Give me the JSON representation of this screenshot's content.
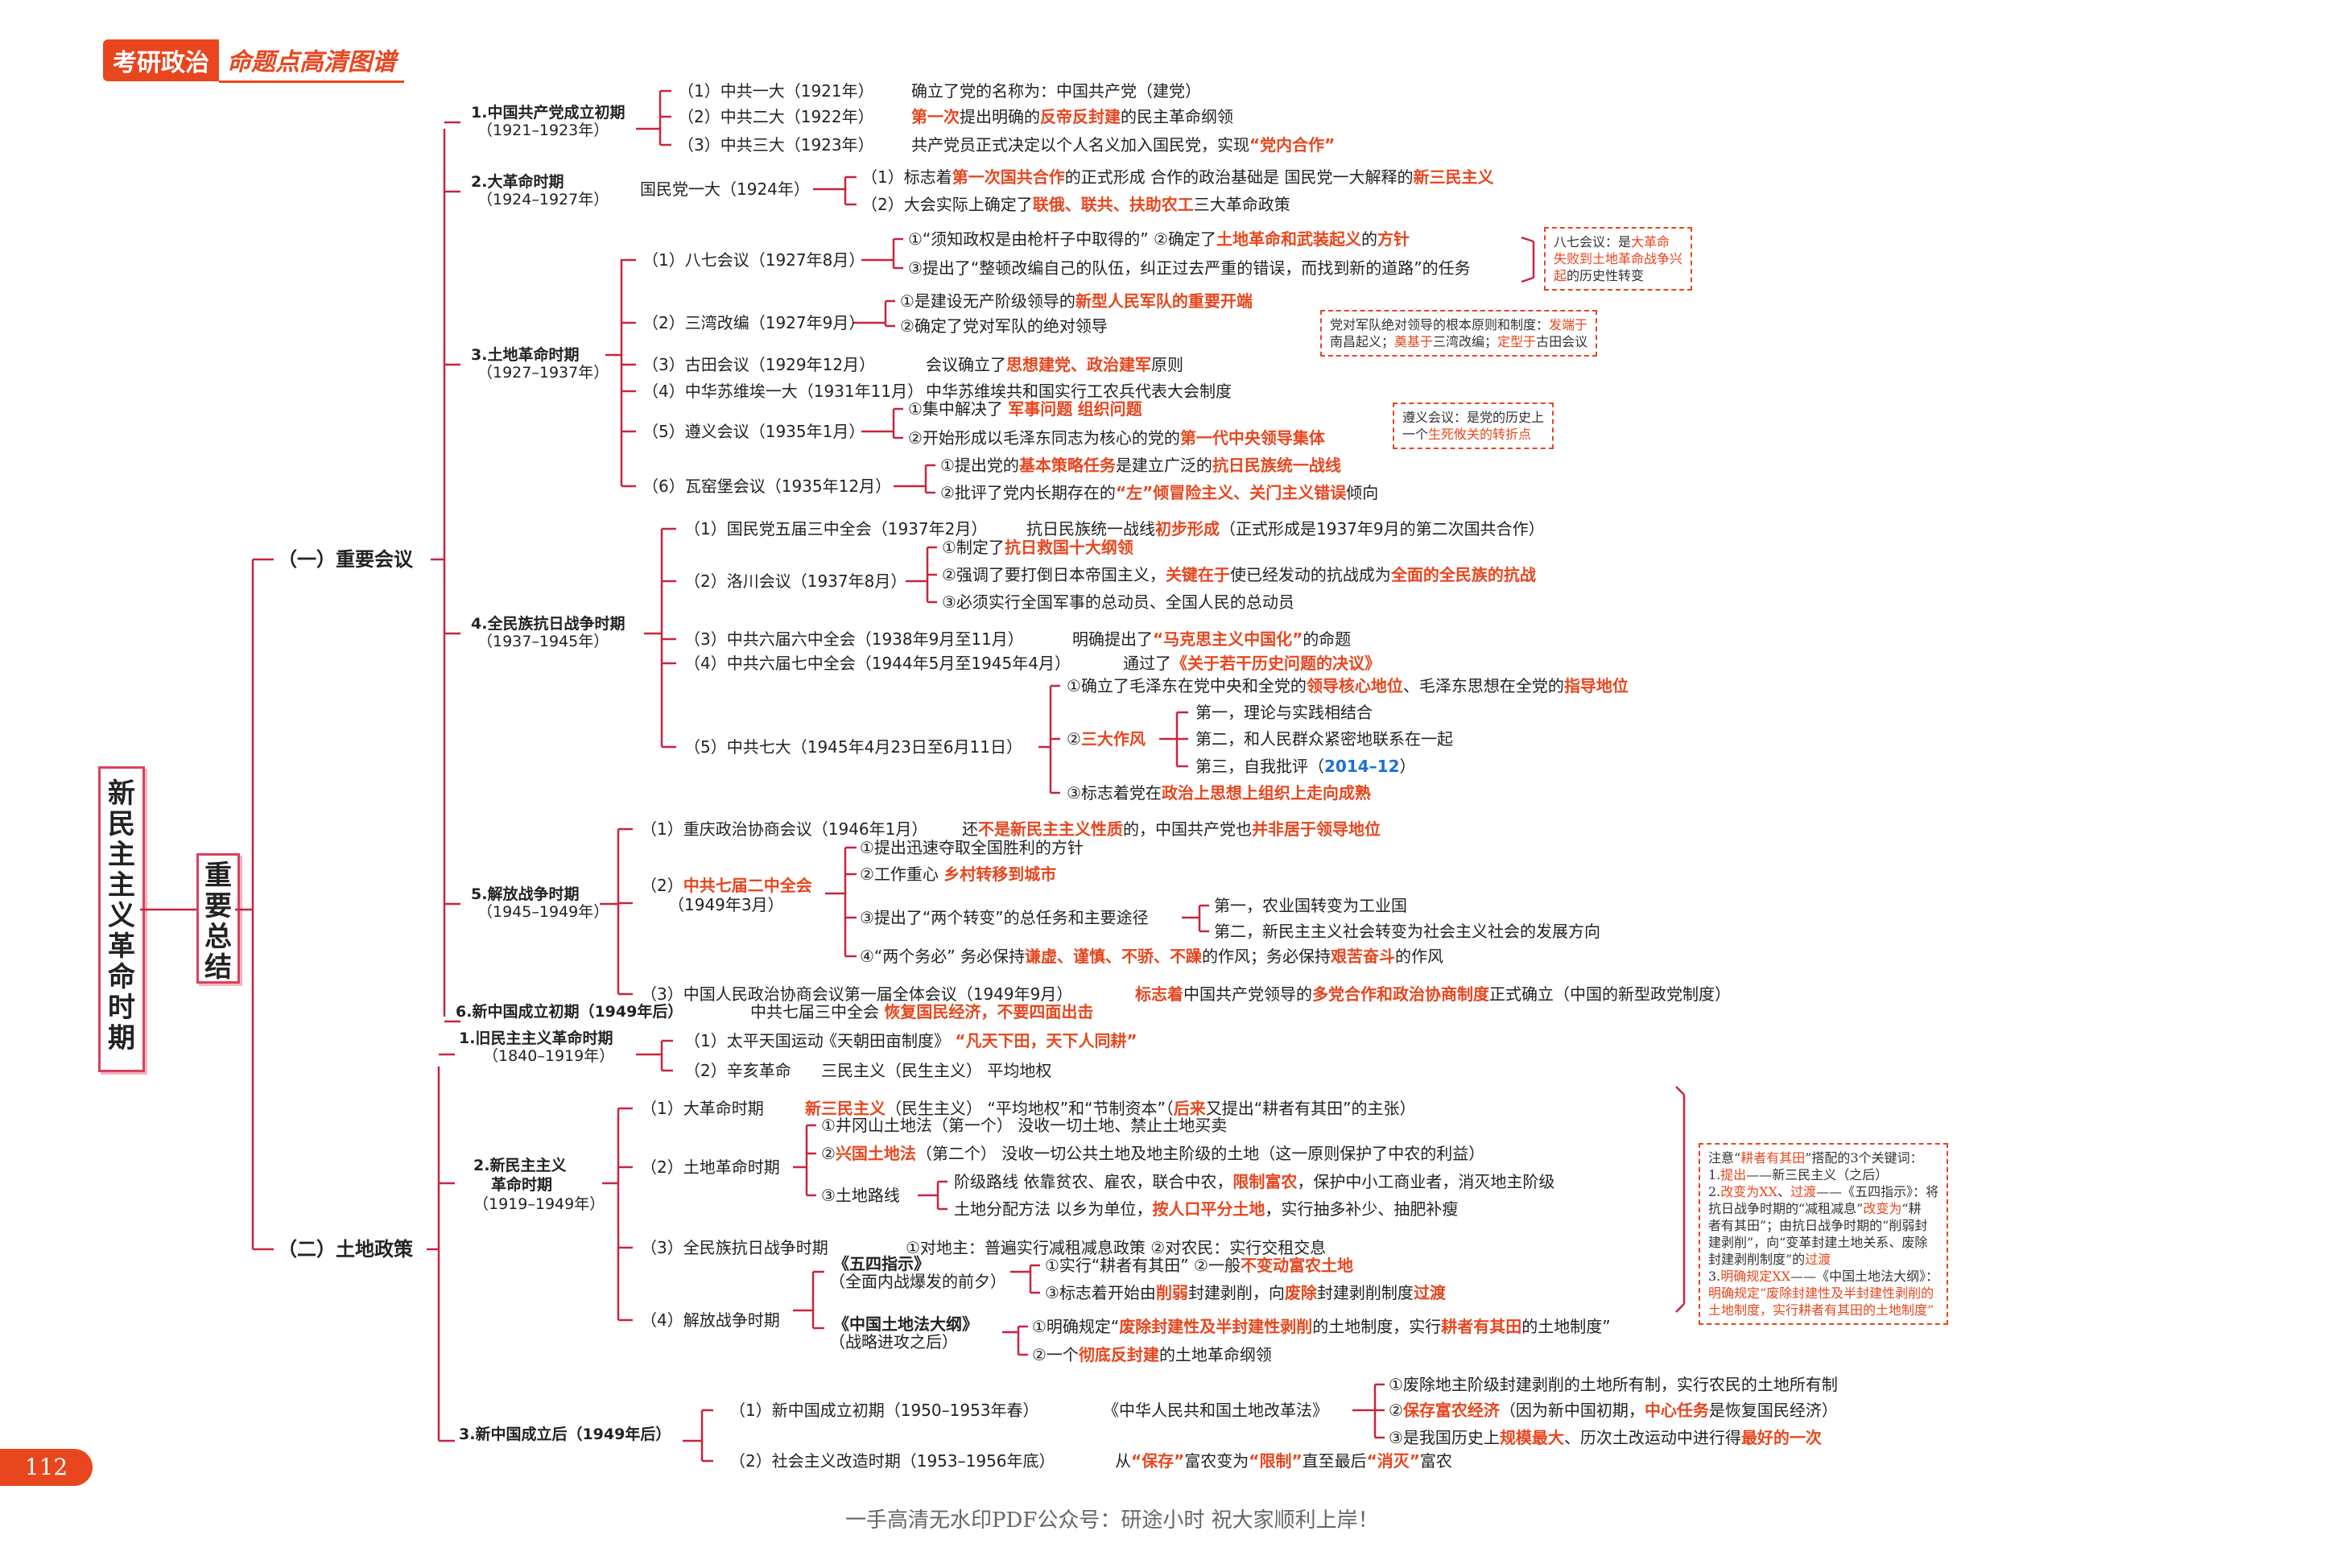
{
  "header": {
    "tag": "考研政治",
    "subtitle": "命题点高清图谱"
  },
  "root": "新民主主义革命时期",
  "summary": "重要总结",
  "page_number": "112",
  "footer": "一手高清无水印PDF公众号：研途小时  祝大家顺利上岸！",
  "colors": {
    "accent": "#e8461e",
    "border": "#d9415f",
    "blue": "#1c6fd8"
  },
  "sections": [
    {
      "name": "（一）重要会议",
      "periods": [
        {
          "name": [
            "1.中国共产党成立初期",
            "（1921–1923年）"
          ],
          "items": [
            {
              "name": "（1）中共一大（1921年）",
              "text": "确立了党的名称为：中国共产党（建党）"
            },
            {
              "name": "（2）中共二大（1922年）",
              "text": "[r]第一次[/r]提出明确的[r]反帝反封建[/r]的民主革命纲领"
            },
            {
              "name": "（3）中共三大（1923年）",
              "text": "共产党员正式决定以个人名义加入国民党，实现[r]“党内合作”[/r]"
            }
          ]
        },
        {
          "name": [
            "2.大革命时期",
            "（1924–1927年）"
          ],
          "items": [
            {
              "name": "国民党一大（1924年）",
              "subs": [
                "（1）标志着[r]第一次国共合作[/r]的正式形成      合作的政治基础是      国民党一大解释的[r]新三民主义[/r]",
                "（2）大会实际上确定了[r]联俄、联共、扶助农工[/r]三大革命政策"
              ]
            }
          ]
        },
        {
          "name": [
            "3.土地革命时期",
            "（1927–1937年）"
          ],
          "items": [
            {
              "name": "（1）八七会议（1927年8月）",
              "subs": [
                "①“须知政权是由枪杆子中取得的”    ②确定了[r]土地革命和武装起义[/r]的[r]方针[/r]",
                "③提出了“整顿改编自己的队伍，纠正过去严重的错误，而找到新的道路”的任务"
              ]
            },
            {
              "name": "（2）三湾改编（1927年9月）",
              "subs": [
                "①是建设无产阶级领导的[r]新型人民军队的重要开端[/r]",
                "②确定了党对军队的绝对领导"
              ]
            },
            {
              "name": "（3）古田会议（1929年12月）",
              "text": "会议确立了[r]思想建党、政治建军[/r]原则"
            },
            {
              "name": "（4）中华苏维埃一大（1931年11月）",
              "text": "中华苏维埃共和国实行工农兵代表大会制度"
            },
            {
              "name": "（5）遵义会议（1935年1月）",
              "subs": [
                "①集中解决了      [r]军事问题[/r]      [r]组织问题[/r]",
                "②开始形成以毛泽东同志为核心的党的[r]第一代中央领导集体[/r]"
              ]
            },
            {
              "name": "（6）瓦窑堡会议（1935年12月）",
              "subs": [
                "①提出党的[r]基本策略任务[/r]是建立广泛的[r]抗日民族统一战线[/r]",
                "②批评了党内长期存在的[r]“左”倾冒险主义、关门主义错误[/r]倾向"
              ]
            }
          ]
        },
        {
          "name": [
            "4.全民族抗日战争时期",
            "（1937–1945年）"
          ],
          "items": [
            {
              "name": "（1）国民党五届三中全会（1937年2月）",
              "text": "抗日民族统一战线[r]初步形成[/r]（正式形成是1937年9月的第二次国共合作）"
            },
            {
              "name": "（2）洛川会议（1937年8月）",
              "subs": [
                "①制定了[r]抗日救国十大纲领[/r]",
                "②强调了要打倒日本帝国主义，[r]关键在于[/r]使已经发动的抗战成为[r]全面的全民族的抗战[/r]",
                "③必须实行全国军事的总动员、全国人民的总动员"
              ]
            },
            {
              "name": "（3）中共六届六中全会（1938年9月至11月）",
              "text": "明确提出了[r]“马克思主义中国化”[/r]的命题"
            },
            {
              "name": "（4）中共六届七中全会（1944年5月至1945年4月）",
              "text": "通过了[r]《关于若干历史问题的决议》[/r]"
            },
            {
              "name": "（5）中共七大（1945年4月23日至6月11日）",
              "subs": [
                "①确立了毛泽东在党中央和全党的[r]领导核心地位[/r]、毛泽东思想在全党的[r]指导地位[/r]",
                "②[r]三大作风[/r]",
                "③标志着党在[r]政治上思想上组织上走向成熟[/r]"
              ],
              "styles": [
                "第一，理论与实践相结合",
                "第二，和人民群众紧密地联系在一起",
                "第三，自我批评（[b]2014–12[/b]）"
              ]
            }
          ]
        },
        {
          "name": [
            "5.解放战争时期",
            "（1945–1949年）"
          ],
          "items": [
            {
              "name": "（1）重庆政治协商会议（1946年1月）",
              "text": "还[r]不是新民主主义性质[/r]的，中国共产党也[r]并非居于领导地位[/r]"
            },
            {
              "name": "（2）[r]中共七届二中全会[/r]",
              "name2": "（1949年3月）",
              "subs": [
                "①提出迅速夺取全国胜利的方针",
                "②工作重心      [r]乡村转移到城市[/r]",
                "③提出了“两个转变”的总任务和主要途径",
                "④“两个务必”      务必保持[r]谦虚、谨慎、不骄、不躁[/r]的作风；务必保持[r]艰苦奋斗[/r]的作风"
              ],
              "transforms": [
                "第一，农业国转变为工业国",
                "第二，新民主主义社会转变为社会主义社会的发展方向"
              ]
            },
            {
              "name": "（3）中国人民政治协商会议第一届全体会议（1949年9月）",
              "text": "[r]标志着[/r]中国共产党领导的[r]多党合作和政治协商制度[/r]正式确立（中国的新型政党制度）"
            }
          ]
        },
        {
          "name": [
            "6.新中国成立初期（1949年后）"
          ],
          "single": "中共七届三中全会      [r]恢复国民经济，不要四面出击[/r]"
        }
      ]
    },
    {
      "name": "（二）土地政策",
      "periods": [
        {
          "name": [
            "1.旧民主主义革命时期",
            "（1840–1919年）"
          ],
          "items": [
            {
              "name": "（1）太平天国运动",
              "text": "《天朝田亩制度》      [r]“凡天下田，天下人同耕”[/r]"
            },
            {
              "name": "（2）辛亥革命",
              "text": "三民主义（民生主义）      平均地权"
            }
          ]
        },
        {
          "name": [
            "2.新民主主义",
            "革命时期",
            "（1919–1949年）"
          ],
          "items": [
            {
              "name": "（1）大革命时期",
              "text": "[r]新三民主义[/r]（民生主义）      “平均地权”和“节制资本”（[r]后来[/r]又提出“耕者有其田”的主张）"
            },
            {
              "name": "（2）土地革命时期",
              "subs": [
                "①井冈山土地法（第一个）      没收一切土地、禁止土地买卖",
                "②[r]兴国土地法[/r]（第二个）      没收一切公共土地及地主阶级的土地（这一原则保护了中农的利益）",
                "③土地路线"
              ],
              "lines": [
                "阶级路线      依靠贫农、雇农，联合中农，[r]限制富农[/r]，保护中小工商业者，消灭地主阶级",
                "土地分配方法      以乡为单位，[r]按人口平分土地[/r]，实行抽多补少、抽肥补瘦"
              ]
            },
            {
              "name": "（3）全民族抗日战争时期",
              "text": "①对地主：普遍实行减租减息政策      ②对农民：实行交租交息"
            },
            {
              "name": "（4）解放战争时期",
              "docs": [
                {
                  "name": "《五四指示》",
                  "sub": "（全面内战爆发的前夕）",
                  "items": [
                    "①实行“耕者有其田”      ②一般[r]不变动富农土地[/r]",
                    "③标志着开始由[r]削弱[/r]封建剥削，向[r]废除[/r]封建剥削制度[r]过渡[/r]"
                  ]
                },
                {
                  "name": "《中国土地法大纲》",
                  "sub": "（战略进攻之后）",
                  "items": [
                    "①明确规定“[r]废除封建性及半封建性剥削[/r]的土地制度，实行[r]耕者有其田[/r]的土地制度”",
                    "②一个[r]彻底反封建[/r]的土地革命纲领"
                  ]
                }
              ]
            }
          ]
        },
        {
          "name": [
            "3.新中国成立后（1949年后）"
          ],
          "items": [
            {
              "name": "（1）新中国成立初期（1950–1953年春）",
              "text": "《中华人民共和国土地改革法》",
              "subs": [
                "①废除地主阶级封建剥削的土地所有制，实行农民的土地所有制",
                "②[r]保存富农经济[/r]（因为新中国初期，[r]中心任务[/r]是恢复国民经济）",
                "③是我国历史上[r]规模最大[/r]、历次土改运动中进行得[r]最好的一次[/r]"
              ]
            },
            {
              "name": "（2）社会主义改造时期（1953–1956年底）",
              "text": "从[r]“保存”[/r]富农变为[r]“限制”[/r]直至最后[r]“消灭”[/r]富农"
            }
          ]
        }
      ]
    }
  ],
  "notes": [
    "八七会议：是[r]大革命[/r]\n[r]失败到土地革命战争兴[/r]\n[r]起[/r]的历史性转变",
    "党对军队绝对领导的根本原则和制度：[r]发端于[/r]\n南昌起义；[r]奠基于[/r]三湾改编；[r]定型于[/r]古田会议",
    "遵义会议：是党的历史上\n一个[r]生死攸关的转折点[/r]",
    "注意“[r]耕者有其田[/r]”搭配的3个关键词：\n1.[r]提出[/r]——新三民主义（之后）\n2.[r]改变为XX[/r]、[r]过渡[/r]——《五四指示》：将\n抗日战争时期的“减租减息”[r]改变为[/r]“耕\n者有其田”；由抗日战争时期的“削弱封\n建剥削”，向“变革封建土地关系、废除\n封建剥削制度”的[r]过渡[/r]\n3.[r]明确规定XX[/r]——《中国土地法大纲》：\n[r]明确规定“废除封建性及半封建性剥削的[/r]\n[r]土地制度，实行耕者有其田的土地制度”[/r]"
  ]
}
